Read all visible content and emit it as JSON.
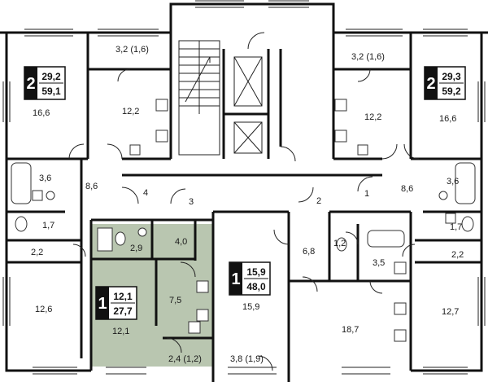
{
  "colors": {
    "background": "#ffffff",
    "wall": "#111111",
    "highlight_fill": "#b9c6b0",
    "badge_dark": "#111111"
  },
  "badges": [
    {
      "id": "apt-2-left",
      "rooms": "2",
      "living": "29,2",
      "total": "59,1"
    },
    {
      "id": "apt-2-right",
      "rooms": "2",
      "living": "29,3",
      "total": "59,2"
    },
    {
      "id": "apt-1-center",
      "rooms": "1",
      "living": "15,9",
      "total": "48,0"
    },
    {
      "id": "apt-1-highlight",
      "rooms": "1",
      "living": "12,1",
      "total": "27,7"
    }
  ],
  "labels": {
    "l_16_6_left": "16,6",
    "l_3_2_left": "3,2 (1,6)",
    "l_12_2_left": "12,2",
    "l_3_6_left": "3,6",
    "l_8_6_left": "8,6",
    "l_4": "4",
    "l_3": "3",
    "l_1_7_left": "1,7",
    "l_2_2_left": "2,2",
    "l_12_6": "12,6",
    "l_2_9": "2,9",
    "l_4_0": "4,0",
    "l_7_5": "7,5",
    "l_12_1": "12,1",
    "l_2_4": "2,4 (1,2)",
    "l_3_8": "3,8 (1,9)",
    "l_15_9": "15,9",
    "l_2": "2",
    "l_6_8": "6,8",
    "l_1_2": "1,2",
    "l_3_5": "3,5",
    "l_18_7": "18,7",
    "l_1": "1",
    "l_3_2_right": "3,2 (1,6)",
    "l_12_2_right": "12,2",
    "l_16_6_right": "16,6",
    "l_8_6_right": "8,6",
    "l_3_6_right": "3,6",
    "l_1_7_right": "1,7",
    "l_2_2_right": "2,2",
    "l_12_7": "12,7"
  }
}
